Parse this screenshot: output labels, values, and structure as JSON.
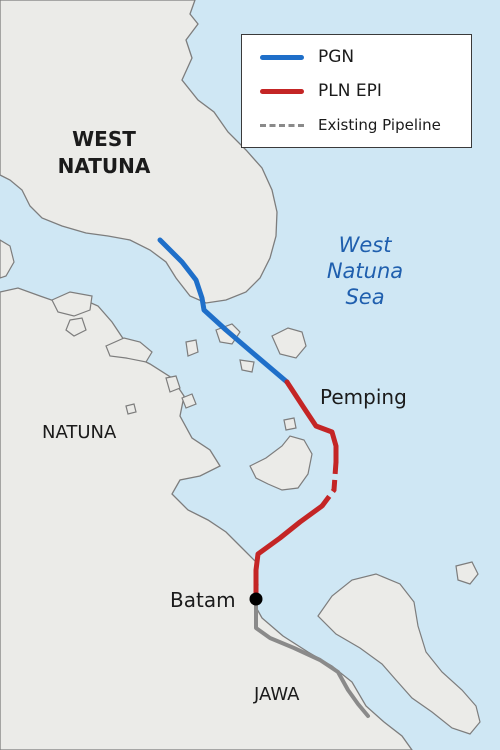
{
  "legend": {
    "items": [
      {
        "label": "PGN",
        "style": "solid",
        "color": "#1f6fc9"
      },
      {
        "label": "PLN EPI",
        "style": "solid",
        "color": "#c42525"
      },
      {
        "label": "Existing Pipeline",
        "style": "dashed",
        "color": "#8a8a8a"
      }
    ]
  },
  "labels": {
    "west_natuna_line1": "WEST",
    "west_natuna_line2": "NATUNA",
    "natuna": "NATUNA",
    "sea_line1": "West",
    "sea_line2": "Natuna",
    "sea_line3": "Sea",
    "pemping": "Pemping",
    "batam": "Batam",
    "jawa": "JAWA"
  },
  "colors": {
    "sea": "#cfe7f4",
    "land": "#ebebe8",
    "coast": "#7d7d7d",
    "sea_label": "#1f5fae"
  }
}
